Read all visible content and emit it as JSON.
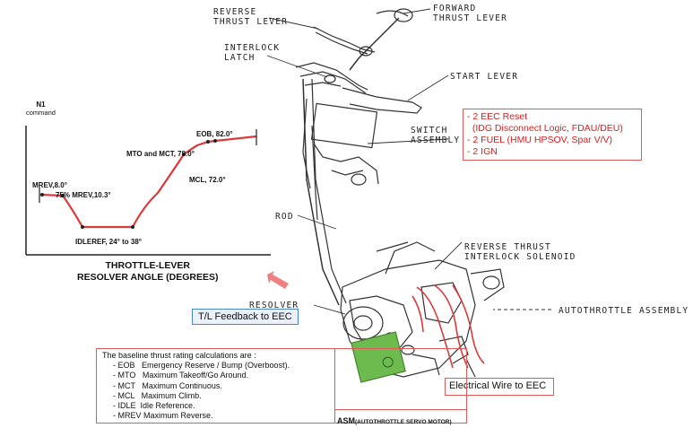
{
  "chart": {
    "ylabel_line1": "N1",
    "ylabel_line2": "command",
    "title_line1": "THROTTLE-LEVER",
    "title_line2": "RESOLVER ANGLE (DEGREES)",
    "points": {
      "mrev": "MREV,8.0°",
      "mrev75": "75% MREV,10.3°",
      "idleref": "IDLEREF, 24° to 38°",
      "mto_mct": "MTO and MCT, 78.0°",
      "mcl": "MCL, 72.0°",
      "eob": "EOB, 82.0°"
    }
  },
  "diagram_labels": {
    "reverse_thrust_lever": "REVERSE\nTHRUST LEVER",
    "forward_thrust_lever": "FORWARD\nTHRUST LEVER",
    "interlock_latch": "INTERLOCK\nLATCH",
    "start_lever": "START LEVER",
    "switch_assembly": "SWITCH\nASSEMBLY",
    "rod": "ROD",
    "reverse_thrust_solenoid": "REVERSE THRUST\nINTERLOCK SOLENOID",
    "resolver": "RESOLVER",
    "autothrottle_assembly": "AUTOTHROTTLE ASSEMBLY"
  },
  "callouts": {
    "switch_items": [
      "- 2 EEC Reset",
      "  (IDG Disconnect Logic, FDAU/DEU)",
      "- 2 FUEL (HMU HPSOV, Spar V/V)",
      "- 2 IGN"
    ],
    "tl_feedback": "T/L Feedback to EEC",
    "electrical_wire": "Electrical Wire to EEC",
    "asm_bold": "ASM",
    "asm_small": "(AUTOTHROTTLE SERVO MOTOR)"
  },
  "legend": {
    "heading": "The baseline thrust rating calculations are :",
    "items": [
      "- EOB   Emergency Reserve / Bump (Overboost).",
      "- MTO   Maximum Takeoff/Go Around.",
      "- MCT   Maximum Continuous.",
      "- MCL   Maximum Climb.",
      "- IDLE  Idle Reference.",
      "- MREV Maximum Reverse."
    ]
  },
  "colors": {
    "curve": "#d93a3a",
    "callout_border": "#e05a5a",
    "callout_text": "#d42020",
    "blue_box_border": "#4a86c8",
    "asm_green": "#6dbb4f",
    "arrow_pink": "#f08080"
  }
}
